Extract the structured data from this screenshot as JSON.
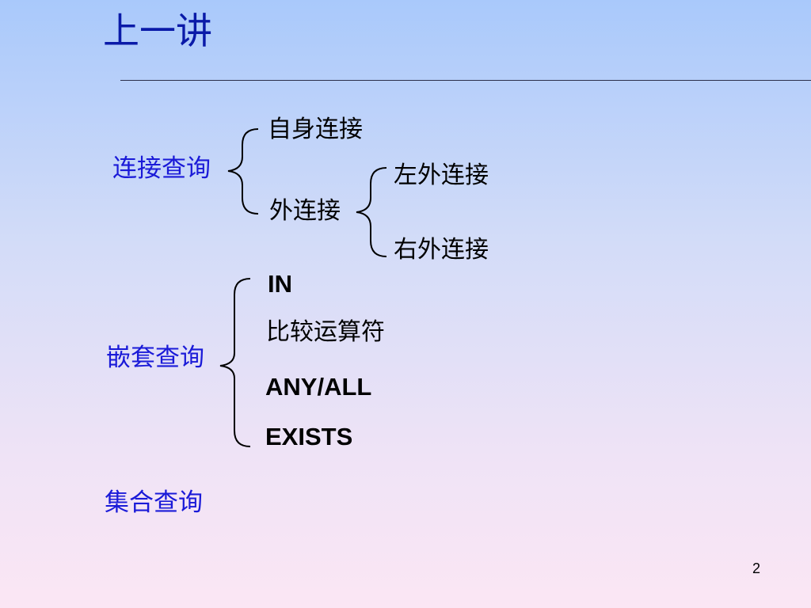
{
  "title": "上一讲",
  "page_number": "2",
  "join_query": {
    "label": "连接查询",
    "self_join": "自身连接",
    "outer_join": {
      "label": "外连接",
      "left": "左外连接",
      "right": "右外连接"
    }
  },
  "nested_query": {
    "label": "嵌套查询",
    "items": [
      "IN",
      "比较运算符",
      "ANY/ALL",
      "EXISTS"
    ]
  },
  "set_query": {
    "label": "集合查询"
  }
}
